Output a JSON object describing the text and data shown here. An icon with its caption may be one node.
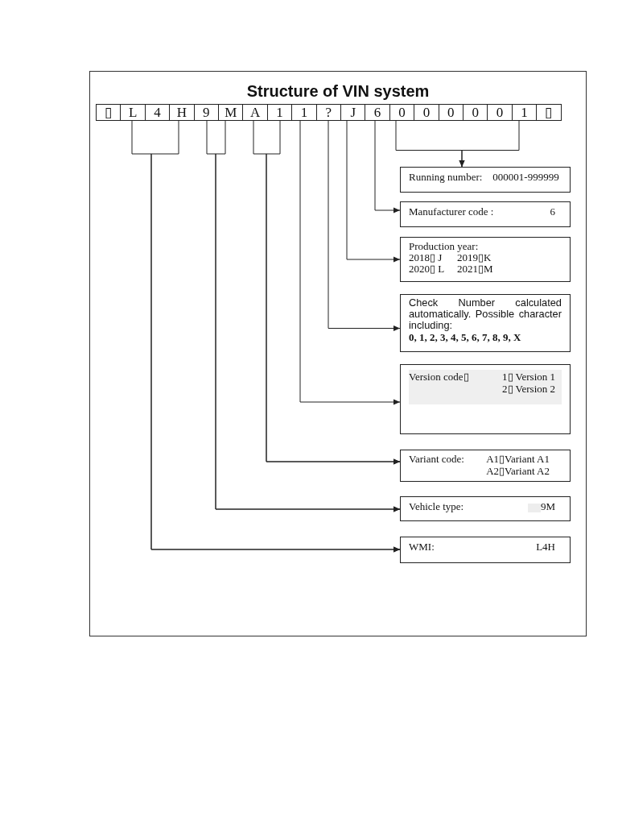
{
  "diagram": {
    "title": "Structure of VIN system",
    "nodes": [
      {
        "text": [
          "▯"
        ]
      },
      {
        "text": [
          "L"
        ]
      },
      {
        "text": [
          "4"
        ]
      },
      {
        "text": [
          "H"
        ]
      },
      {
        "text": [
          "9"
        ]
      },
      {
        "text": [
          "M"
        ]
      },
      {
        "text": [
          "A"
        ]
      },
      {
        "text": [
          "1"
        ]
      },
      {
        "text": [
          "1"
        ]
      },
      {
        "text": [
          "?"
        ]
      },
      {
        "text": [
          "J"
        ]
      },
      {
        "text": [
          "6"
        ]
      },
      {
        "text": [
          "0"
        ]
      },
      {
        "text": [
          "0"
        ]
      },
      {
        "text": [
          "0"
        ]
      },
      {
        "text": [
          "0"
        ]
      },
      {
        "text": [
          "0"
        ]
      },
      {
        "text": [
          "1"
        ]
      },
      {
        "text": [
          "▯"
        ]
      },
      {
        "text": [
          "Running number:",
          "000001-999999"
        ]
      },
      {
        "text": [
          "Manufacturer code :",
          "6"
        ]
      },
      {
        "text": [
          "Production year:",
          "2018▯ J",
          "2019▯K",
          "2020▯ L",
          "2021▯M"
        ]
      },
      {
        "text": [
          "Check Number calculated automatically. Possible character including:",
          "0, 1, 2, 3, 4, 5, 6, 7, 8, 9, X"
        ]
      },
      {
        "text": [
          "Version code▯",
          "1▯ Version 1",
          "2▯ Version 2"
        ]
      },
      {
        "text": [
          "Variant code:",
          "A1▯Variant A1",
          "A2▯Variant A2"
        ]
      },
      {
        "text": [
          "Vehicle type:",
          "9M"
        ]
      },
      {
        "text": [
          "WMI:",
          "L4H"
        ]
      }
    ],
    "edges": [
      {
        "from": 12,
        "to": 19,
        "arrow": "to"
      },
      {
        "from": 17,
        "to": 19,
        "arrow": "to"
      },
      {
        "from": 11,
        "to": 20,
        "arrow": "to"
      },
      {
        "from": 10,
        "to": 21,
        "arrow": "to"
      },
      {
        "from": 9,
        "to": 22,
        "arrow": "to"
      },
      {
        "from": 8,
        "to": 23,
        "arrow": "to"
      },
      {
        "from": 6,
        "to": 24,
        "arrow": "to"
      },
      {
        "from": 7,
        "to": 24,
        "arrow": "to"
      },
      {
        "from": 4,
        "to": 25,
        "arrow": "to"
      },
      {
        "from": 5,
        "to": 25,
        "arrow": "to"
      },
      {
        "from": 1,
        "to": 26,
        "arrow": "to"
      },
      {
        "from": 3,
        "to": 26,
        "arrow": "to"
      }
    ]
  }
}
